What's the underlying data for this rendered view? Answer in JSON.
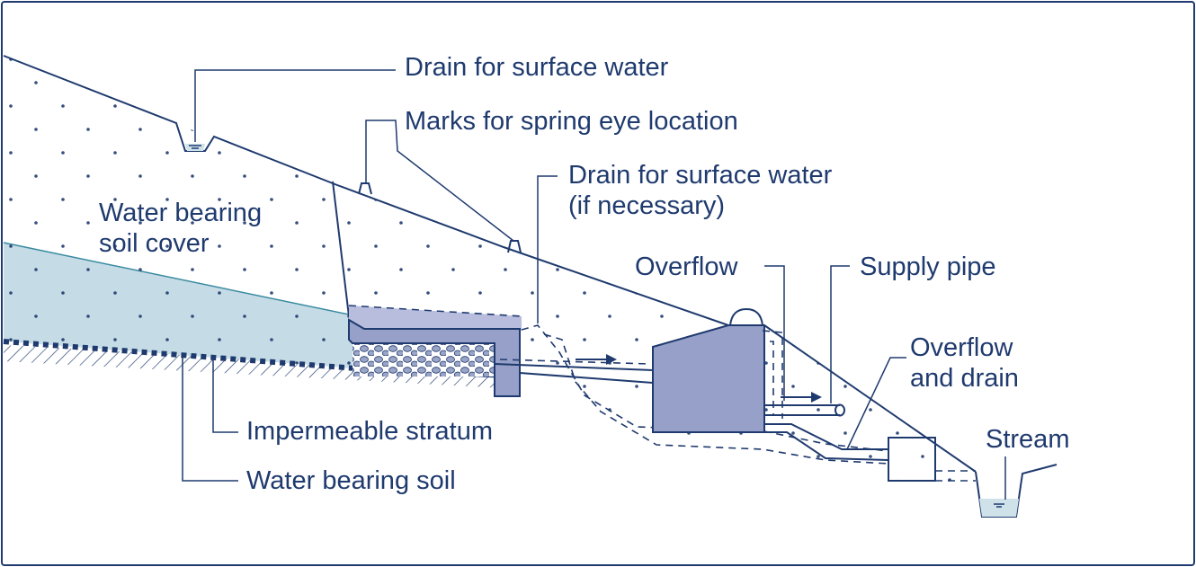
{
  "diagram": {
    "labels": {
      "drain_surface_top": "Drain for surface water",
      "spring_marks": "Marks for spring eye location",
      "drain_surface_mid_1": "Drain for surface water",
      "drain_surface_mid_2": "(if necessary)",
      "water_cover_1": "Water bearing",
      "water_cover_2": "soil cover",
      "overflow": "Overflow",
      "supply_pipe": "Supply pipe",
      "overflow_drain_1": "Overflow",
      "overflow_drain_2": "and drain",
      "stream": "Stream",
      "impermeable": "Impermeable stratum",
      "water_soil": "Water bearing soil"
    },
    "colors": {
      "ink": "#1f3a6e",
      "water_layer": "#c5dce6",
      "chamber_fill": "#97a0c8",
      "clay_cap": "#b8bdde",
      "gravel": "#9aa4c6",
      "water_pool": "#cfe2ea"
    }
  }
}
